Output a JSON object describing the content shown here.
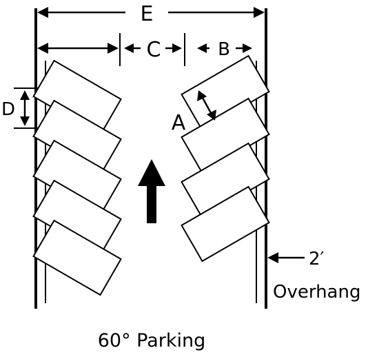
{
  "diagram": {
    "labels": {
      "E": "E",
      "C": "C",
      "B": "B",
      "D": "D",
      "A": "A",
      "two_foot": "2′",
      "overhang": "Overhang"
    },
    "caption": "60° Parking",
    "stroke_color": "#000000",
    "background_color": "#ffffff",
    "icons": {
      "travel_direction": "up-arrow-icon"
    }
  }
}
